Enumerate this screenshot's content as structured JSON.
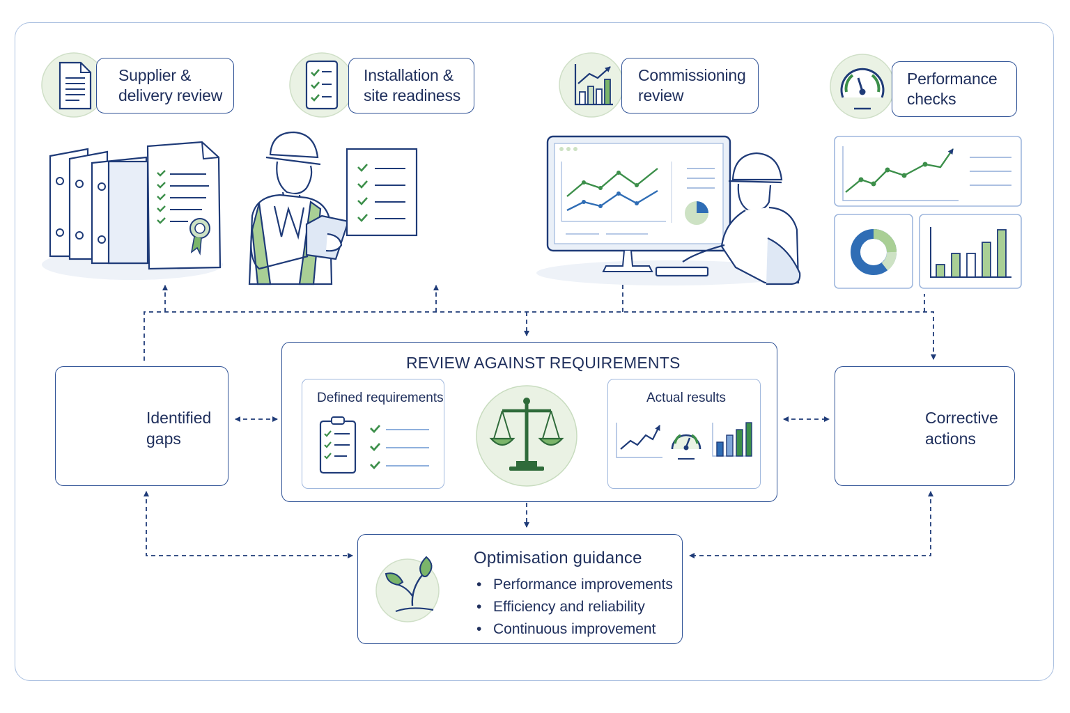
{
  "stages": [
    {
      "label": "Supplier &\ndelivery review",
      "icon": "document-icon"
    },
    {
      "label": "Installation &\nsite readiness",
      "icon": "checklist-icon"
    },
    {
      "label": "Commissioning\nreview",
      "icon": "rising-bar-chart-icon"
    },
    {
      "label": "Performance\nchecks",
      "icon": "gauge-icon"
    }
  ],
  "review": {
    "title": "REVIEW AGAINST REQUIREMENTS",
    "defined_label": "Defined requirements",
    "actual_label": "Actual results",
    "center_icon": "balance-scale-icon"
  },
  "gaps": {
    "label": "Identified\ngaps",
    "icon": "magnifier-warning-icon"
  },
  "corrective": {
    "label": "Corrective\nactions",
    "icon": "clipboard-wrench-icon"
  },
  "guidance": {
    "title": "Optimisation guidance",
    "items": [
      "Performance improvements",
      "Efficiency and reliability",
      "Continuous improvement"
    ],
    "icon": "sprout-icon"
  },
  "colors": {
    "navy": "#1f3b78",
    "green": "#3c8f4a",
    "light_green": "#eaf2e4",
    "blue": "#2f6db5",
    "border": "#a9bfe0"
  }
}
